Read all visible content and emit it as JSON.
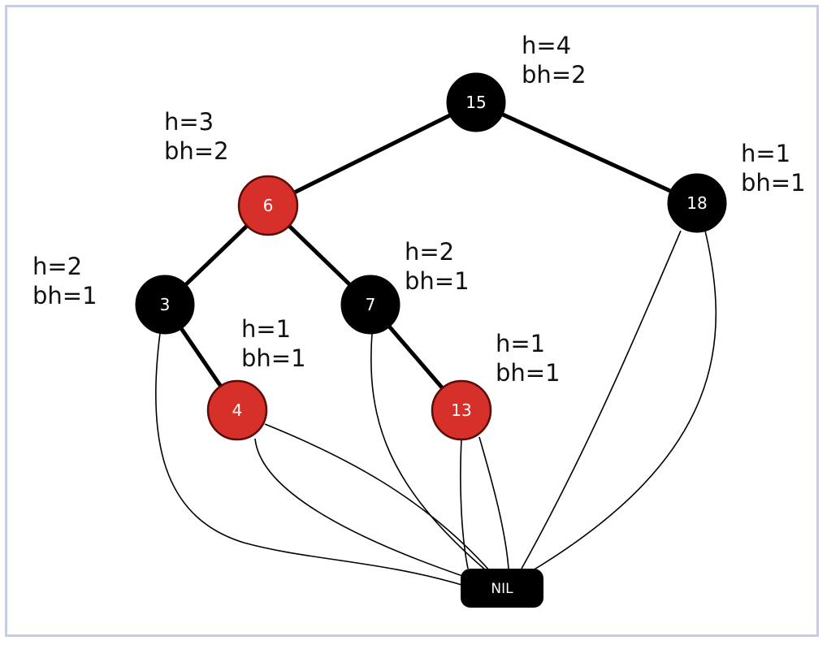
{
  "tree": {
    "nodes": [
      {
        "id": "15",
        "label": "15",
        "color": "black",
        "h": "h=4",
        "bh": "bh=2"
      },
      {
        "id": "6",
        "label": "6",
        "color": "red",
        "h": "h=3",
        "bh": "bh=2"
      },
      {
        "id": "18",
        "label": "18",
        "color": "black",
        "h": "h=1",
        "bh": "bh=1"
      },
      {
        "id": "3",
        "label": "3",
        "color": "black",
        "h": "h=2",
        "bh": "bh=1"
      },
      {
        "id": "7",
        "label": "7",
        "color": "black",
        "h": "h=2",
        "bh": "bh=1"
      },
      {
        "id": "4",
        "label": "4",
        "color": "red",
        "h": "h=1",
        "bh": "bh=1"
      },
      {
        "id": "13",
        "label": "13",
        "color": "red",
        "h": "h=1",
        "bh": "bh=1"
      }
    ],
    "edges": [
      [
        "15",
        "6"
      ],
      [
        "15",
        "18"
      ],
      [
        "6",
        "3"
      ],
      [
        "6",
        "7"
      ],
      [
        "3",
        "4"
      ],
      [
        "7",
        "13"
      ]
    ],
    "nil_label": "NIL",
    "nil_links_from": [
      "3",
      "4",
      "4",
      "7",
      "13",
      "13",
      "18",
      "18"
    ]
  },
  "colors": {
    "black_node": "#000000",
    "red_node": "#d7302a",
    "red_node_stroke": "#5a0c08",
    "frame_border": "#c9cbe6"
  }
}
